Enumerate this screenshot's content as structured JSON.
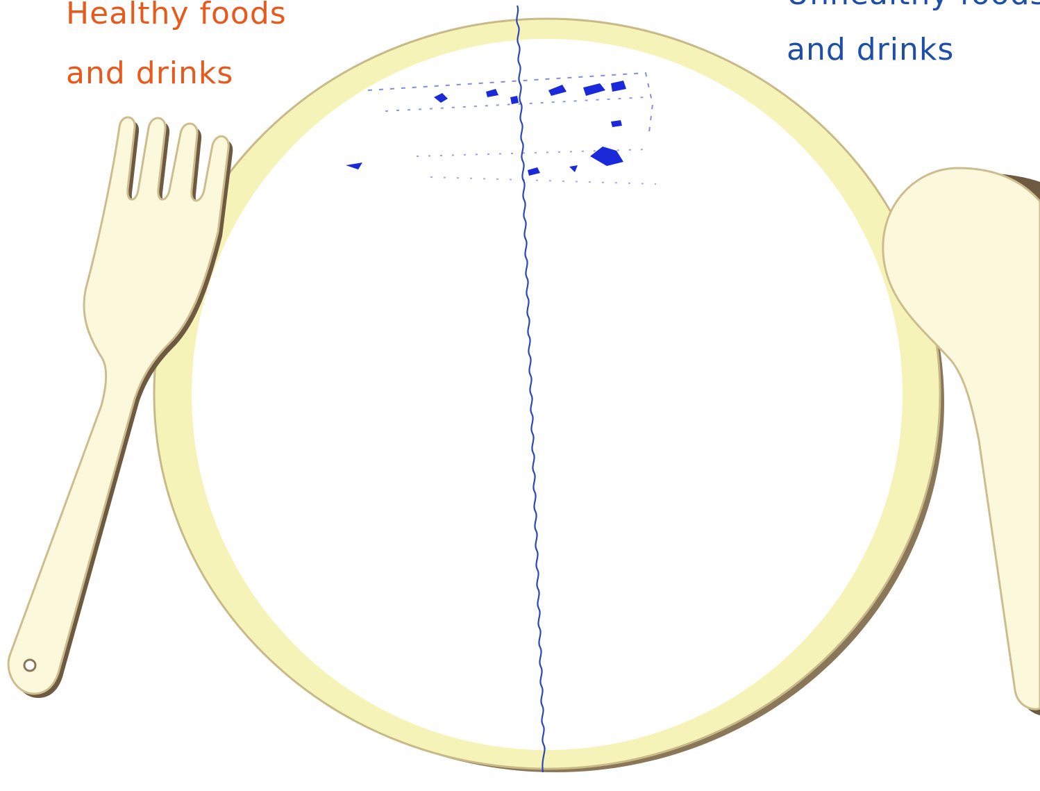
{
  "worksheet": {
    "healthy_heading": {
      "line1": "Healthy foods",
      "line2": "and drinks"
    },
    "unhealthy_heading": {
      "line1": "Unhealthy foods",
      "line2": "and drinks"
    }
  },
  "colors": {
    "healthy_text": "#e85a1b",
    "unhealthy_text": "#1d4fa8",
    "plate_rim": "#f6f3b8",
    "plate_outline": "#c8b988",
    "plate_shadow": "#8a7658",
    "cutlery_fill": "#fbf8dc",
    "cutlery_outline": "#cdbd8e",
    "divider_line": "#2a48b8",
    "scribble": "#1a2ad8"
  },
  "icons": {
    "fork": "fork-icon",
    "spoon": "spoon-icon",
    "plate": "plate-icon"
  }
}
